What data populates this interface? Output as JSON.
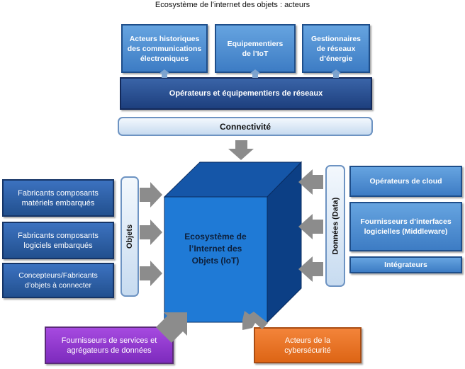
{
  "title": "Ecosystème de l’internet des objets : acteurs",
  "top_boxes": [
    "Acteurs  historiques\ndes communications\nélectroniques",
    "Equipementiers\nde l’IoT",
    "Gestionnaires\nde réseaux\nd’énergie"
  ],
  "operators_bar": "Opérateurs  et équipementiers  de réseaux",
  "connectivity": "Connectivité",
  "objets_label": "Objets",
  "donnees_label": "Données (Data)",
  "left_boxes": [
    "Fabricants composants\nmatériels embarqués",
    "Fabricants composants\nlogiciels embarqués",
    "Concepteurs/Fabricants\nd’objets  à connecter"
  ],
  "right_boxes": [
    "Opérateurs  de cloud",
    "Fournisseurs  d’interfaces\nlogicielles  (Middleware)",
    "Intégrateurs"
  ],
  "center": "Ecosystème de\nl’Internet des\nObjets (IoT)",
  "bottom_left": "Fournisseurs  de services et\nagrégateurs de données",
  "bottom_right": "Acteurs de la\ncybersécurité",
  "colors": {
    "cube_front": "#1f7ad6",
    "cube_top": "#1556a8",
    "cube_side": "#0c3f85",
    "arrow": "#8c8c8c"
  }
}
